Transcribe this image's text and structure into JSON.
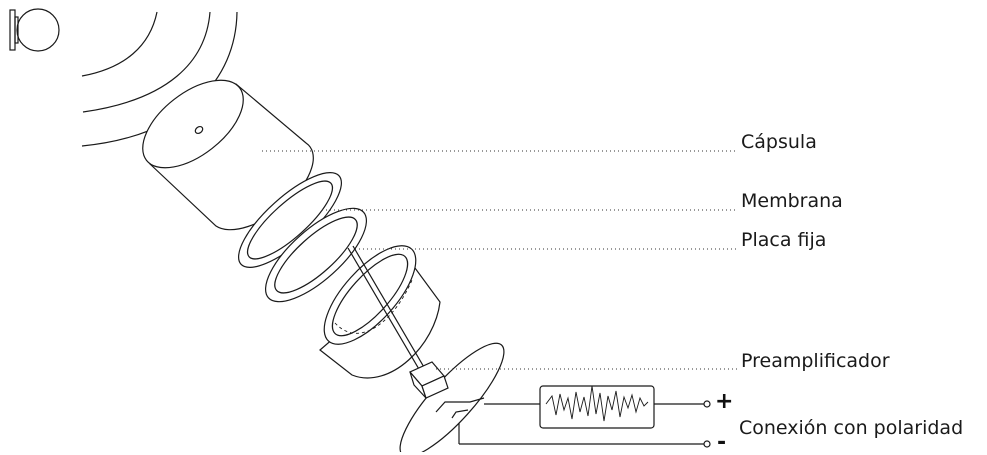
{
  "labels": {
    "capsula": "Cápsula",
    "membrana": "Membrana",
    "placa_fija": "Placa fija",
    "preamplificador": "Preamplificador",
    "conexion": "Conexión con polaridad"
  },
  "polarity": {
    "plus": "+",
    "minus": "-"
  },
  "icons": [
    "speaker-icon",
    "sound-wave-icon",
    "signal-waveform-icon"
  ]
}
